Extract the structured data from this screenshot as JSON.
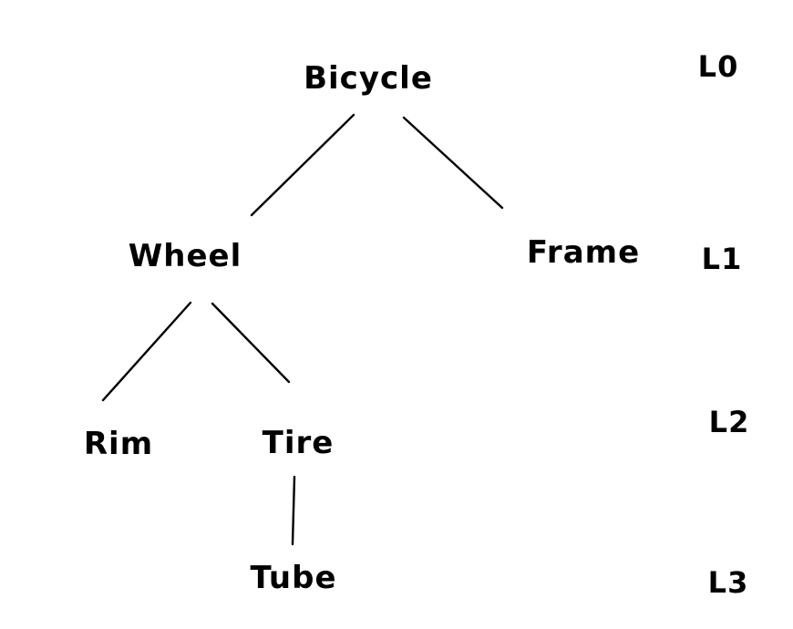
{
  "diagram": {
    "type": "tree",
    "background_color": "#ffffff",
    "ink_color": "#000000",
    "style": "hand-drawn",
    "nodes": [
      {
        "id": "bicycle",
        "label": "Bicycle",
        "level": 0,
        "parent": null
      },
      {
        "id": "wheel",
        "label": "Wheel",
        "level": 1,
        "parent": "bicycle"
      },
      {
        "id": "frame",
        "label": "Frame",
        "level": 1,
        "parent": "bicycle"
      },
      {
        "id": "rim",
        "label": "Rim",
        "level": 2,
        "parent": "wheel"
      },
      {
        "id": "tire",
        "label": "Tire",
        "level": 2,
        "parent": "wheel"
      },
      {
        "id": "tube",
        "label": "Tube",
        "level": 3,
        "parent": "tire"
      }
    ],
    "edges": [
      {
        "from": "bicycle",
        "to": "wheel"
      },
      {
        "from": "bicycle",
        "to": "frame"
      },
      {
        "from": "wheel",
        "to": "rim"
      },
      {
        "from": "wheel",
        "to": "tire"
      },
      {
        "from": "tire",
        "to": "tube"
      }
    ],
    "level_labels": [
      {
        "label": "L0"
      },
      {
        "label": "L1"
      },
      {
        "label": "L2"
      },
      {
        "label": "L3"
      }
    ]
  }
}
